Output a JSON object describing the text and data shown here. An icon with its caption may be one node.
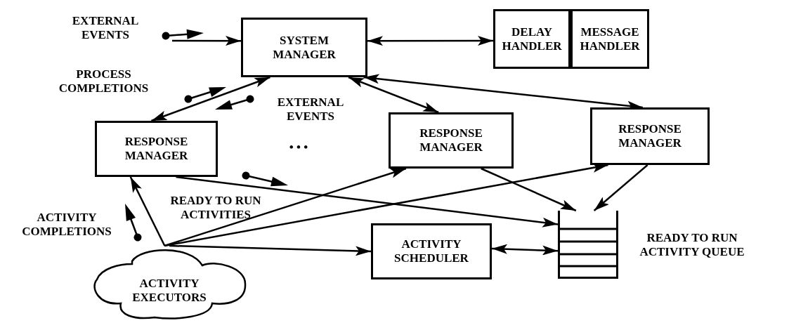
{
  "diagram": {
    "nodes": [
      {
        "text": [
          "SYSTEM MANAGER"
        ]
      },
      {
        "text": [
          "DELAY HANDLER"
        ]
      },
      {
        "text": [
          "MESSAGE HANDLER"
        ]
      },
      {
        "text": [
          "RESPONSE MANAGER"
        ]
      },
      {
        "text": [
          "RESPONSE MANAGER"
        ]
      },
      {
        "text": [
          "RESPONSE MANAGER"
        ]
      },
      {
        "text": [
          "ACTIVITY SCHEDULER"
        ]
      },
      {
        "text": [],
        "shape": "stack",
        "beside": [
          "READY TO RUN ACTIVITY QUEUE"
        ]
      },
      {
        "text": [
          "ACTIVITY EXECUTORS"
        ]
      }
    ],
    "edges": [
      {
        "from": null,
        "to": 0,
        "arrow": "to"
      },
      {
        "from": 0,
        "to": 1,
        "arrow": "both"
      },
      {
        "from": 0,
        "to": 3,
        "arrow": "both"
      },
      {
        "from": 0,
        "to": 4,
        "arrow": "both"
      },
      {
        "from": 0,
        "to": 5,
        "arrow": "both"
      },
      {
        "from": 3,
        "to": 7,
        "arrow": "to"
      },
      {
        "from": 4,
        "to": 7,
        "arrow": "to"
      },
      {
        "from": 5,
        "to": 7,
        "arrow": "to"
      },
      {
        "from": 8,
        "to": 3,
        "arrow": "to",
        "label": "READY TO RUN ACTIVITIES"
      },
      {
        "from": 8,
        "to": 4,
        "arrow": "to"
      },
      {
        "from": 8,
        "to": 5,
        "arrow": "to"
      },
      {
        "from": 8,
        "to": 6,
        "arrow": "to"
      },
      {
        "from": 6,
        "to": 7,
        "arrow": "both"
      }
    ],
    "labels": [
      "EXTERNAL EVENTS",
      "PROCESS COMPLETIONS",
      "EXTERNAL EVENTS",
      "• • •",
      "ACTIVITY COMPLETIONS"
    ]
  }
}
